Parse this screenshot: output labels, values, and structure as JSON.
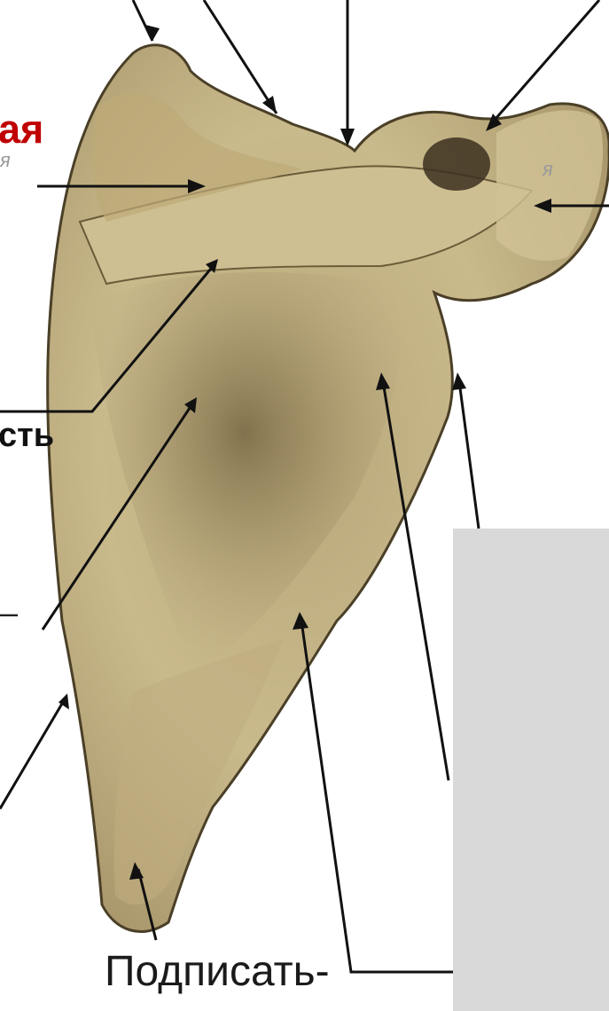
{
  "colors": {
    "bone": "#c7b88a",
    "bone_dark": "#8d7d55",
    "arrow": "#111111",
    "heading_red": "#c00000",
    "panel": "#d9d9d9"
  },
  "labels": {
    "top_left_fragment": "ая",
    "small_letter_left": "я",
    "small_letter_right": "я",
    "mid_left_fragment": "сть",
    "dash_fragment": "–",
    "caption": "Подписать-"
  }
}
